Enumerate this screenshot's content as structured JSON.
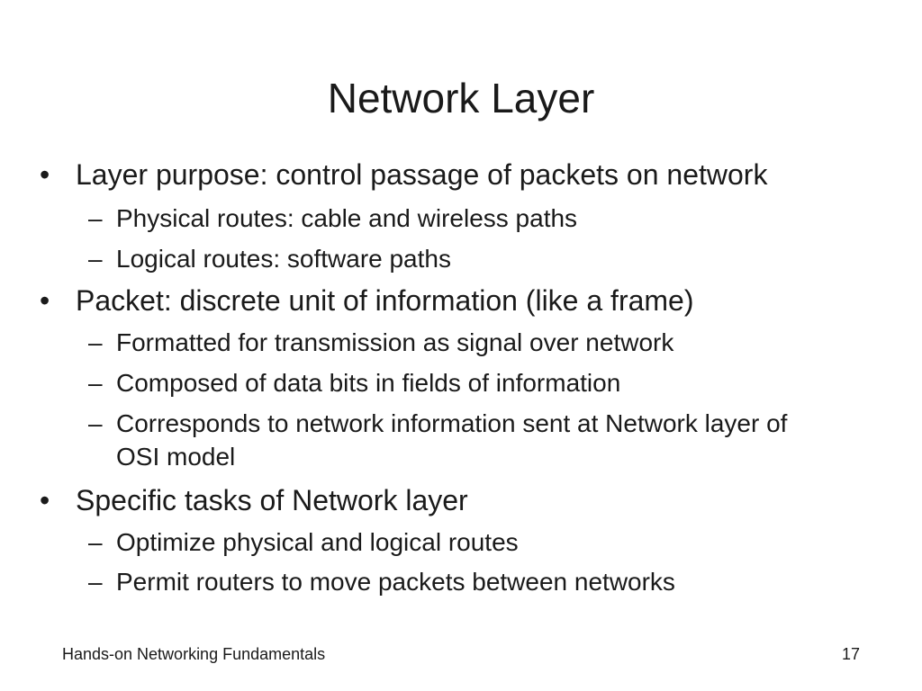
{
  "slide": {
    "title": "Network Layer",
    "bullet_marker": "•",
    "sub_marker": "–",
    "bullets": [
      {
        "text": "Layer purpose: control passage of packets on network",
        "subs": [
          "Physical routes: cable and wireless paths",
          "Logical routes: software paths"
        ]
      },
      {
        "text": "Packet: discrete unit of information (like a frame)",
        "subs": [
          "Formatted for transmission as signal over network",
          "Composed of data bits in fields of information",
          "Corresponds to network information sent at Network layer of OSI model"
        ]
      },
      {
        "text": "Specific tasks of Network layer",
        "subs": [
          "Optimize physical and logical routes",
          "Permit routers to move packets between networks"
        ]
      }
    ]
  },
  "footer": {
    "left": "Hands-on Networking Fundamentals",
    "page_number": "17"
  }
}
